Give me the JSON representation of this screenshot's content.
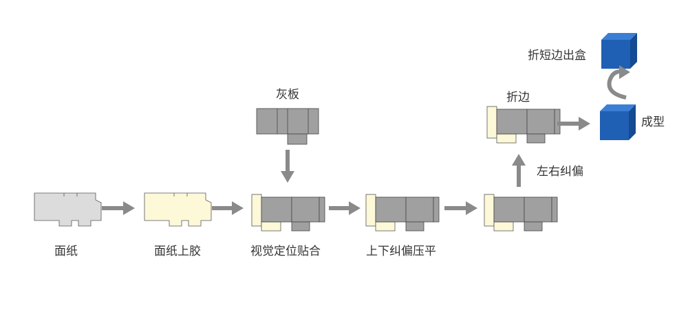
{
  "steps": {
    "face_paper": "面纸",
    "glue": "面纸上胶",
    "vision_align": "视觉定位贴合",
    "press_flat": "上下纠偏压平",
    "fold_edge": "折边",
    "lr_correct": "左右纠偏",
    "forming": "成型",
    "short_fold_out": "折短边出盒"
  },
  "inputs": {
    "grey_board": "灰板"
  },
  "colors": {
    "face_paper_fill": "#dcdcdc",
    "glued_fill": "#fdf8d8",
    "board_fill": "#a0a0a0",
    "box_blue": "#1f5fb4",
    "arrow": "#8a8a8a",
    "outline": "#444444"
  }
}
